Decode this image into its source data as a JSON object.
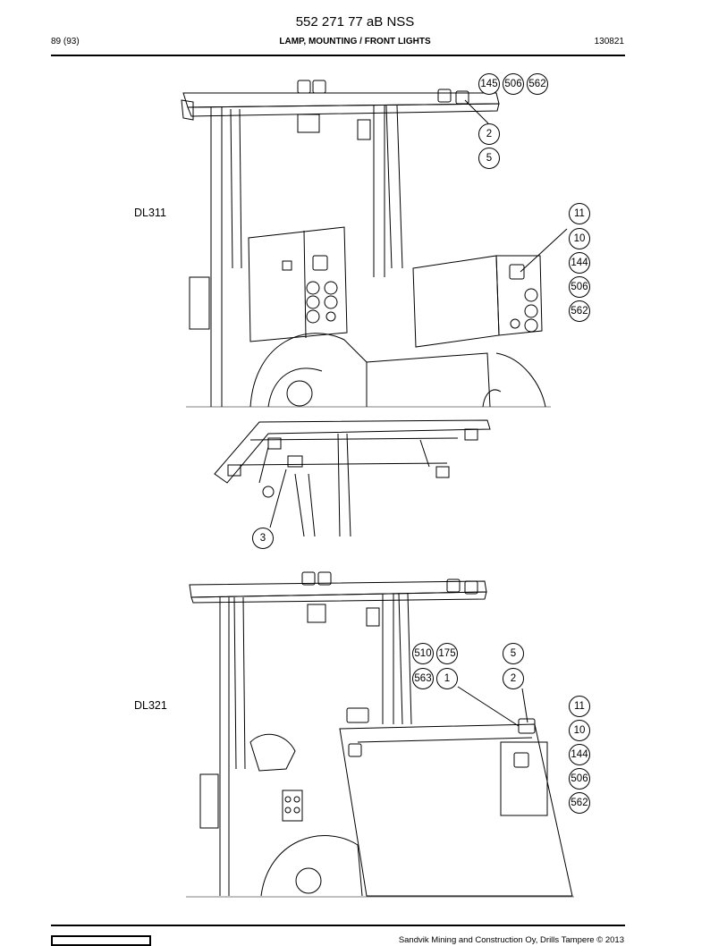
{
  "header": {
    "doc_id": "552 271 77 aB NSS",
    "page": "89 (93)",
    "section_title": "LAMP, MOUNTING / FRONT LIGHTS",
    "date_code": "130821"
  },
  "figures": {
    "top": {
      "model": "DL311",
      "callouts": [
        "145",
        "506",
        "562",
        "2",
        "5",
        "11",
        "10",
        "144",
        "506",
        "562"
      ]
    },
    "middle": {
      "callouts": [
        "3"
      ]
    },
    "bottom": {
      "model": "DL321",
      "callouts": [
        "510",
        "175",
        "563",
        "1",
        "5",
        "2",
        "11",
        "10",
        "144",
        "506",
        "562"
      ]
    }
  },
  "footer": {
    "copyright": "Sandvik Mining and Construction Oy, Drills Tampere © 2013"
  }
}
